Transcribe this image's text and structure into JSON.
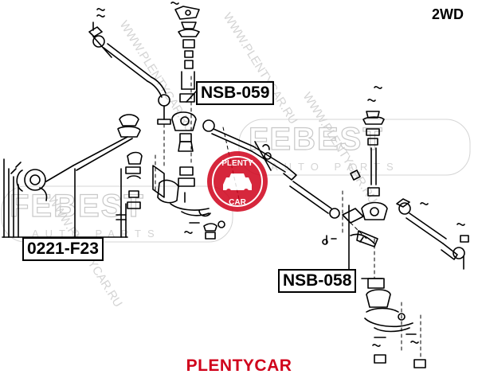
{
  "diagram": {
    "variant": "2WD",
    "parts": [
      {
        "part_number": "NSB-059"
      },
      {
        "part_number": "0221-F23"
      },
      {
        "part_number": "NSB-058"
      }
    ]
  },
  "watermark": {
    "brand": "FEBEST",
    "tagline": "AUTO PARTS",
    "site": "WWW.PLENTYCAR.RU",
    "stamp_top": "PLENTY",
    "stamp_bottom": "CAR"
  },
  "footer": {
    "brand": "PLENTYCAR"
  },
  "colors": {
    "line": "#000000",
    "watermark": "#c8c8c8",
    "stamp_red": "#d0021b",
    "footer_red": "#d0021b"
  }
}
